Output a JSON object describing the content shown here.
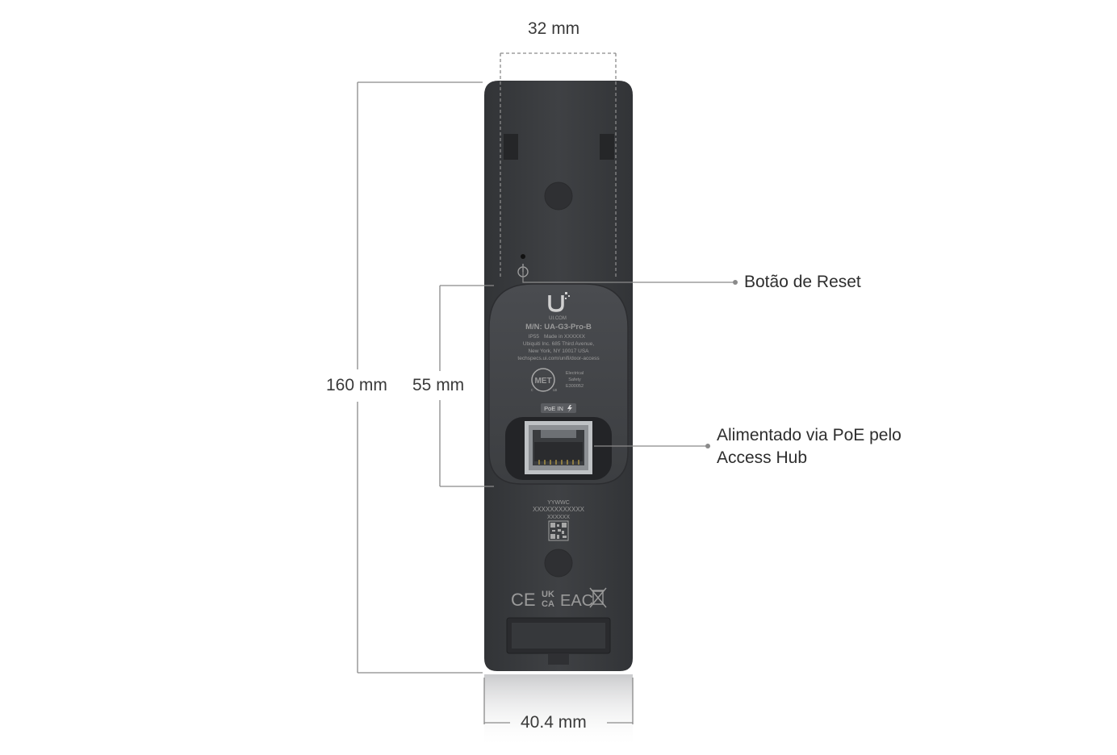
{
  "dimensions": {
    "top_width": "32 mm",
    "total_height": "160 mm",
    "plate_height": "55 mm",
    "bottom_width": "40.4 mm"
  },
  "callouts": {
    "reset": "Botão de Reset",
    "poe_line1": "Alimentado via PoE pelo",
    "poe_line2": "Access Hub"
  },
  "label": {
    "brand": "UI.COM",
    "model": "M/N: UA-G3-Pro-B",
    "ip_rating": "IP55",
    "made_in": "Made in XXXXXX",
    "address1": "Ubiquiti Inc. 685 Third Avenue,",
    "address2": "New York, NY 10017 USA",
    "website": "techspecs.ui.com/unifi/door-access",
    "met": "MET",
    "met_c": "c",
    "met_us": "us",
    "elec1": "Electrical",
    "elec2": "Safety",
    "elec3": "E300052",
    "poe_in": "PoE IN",
    "serial1": "YYWWC",
    "serial2": "XXXXXXXXXXXX",
    "serial3": "XXXXXX",
    "ce": "CE",
    "ukca1": "UK",
    "ukca2": "CA",
    "eac": "EAC"
  },
  "colors": {
    "device_body": "#3d3f42",
    "label_plate": "#46484b",
    "dim_line": "#8a8a8a",
    "text": "#333333"
  }
}
